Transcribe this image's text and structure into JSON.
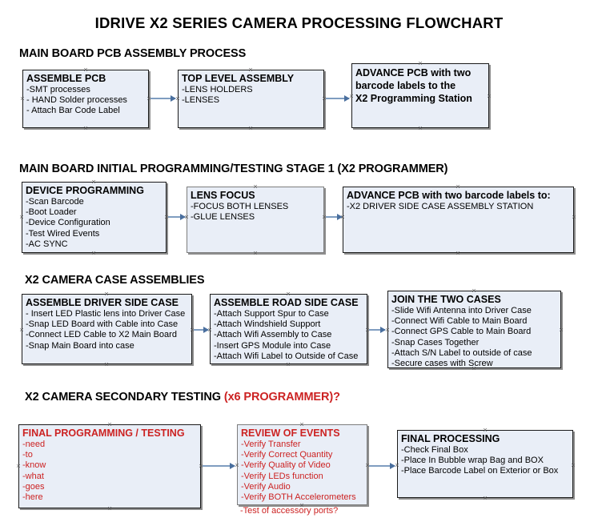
{
  "document": {
    "title": "IDRIVE X2  SERIES CAMERA PROCESSING FLOWCHART"
  },
  "colors": {
    "box_fill": "#e9eef7",
    "box_border": "#1a1a1a",
    "box_shadow": "#8e8e8e",
    "arrow": "#7f9dc0",
    "arrow_head": "#4a6f9e",
    "accent_red": "#cc2222",
    "text": "#000000",
    "background": "#ffffff"
  },
  "sections": [
    {
      "heading": "MAIN BOARD PCB ASSEMBLY PROCESS",
      "heading_accent": "",
      "boxes": [
        {
          "title": "ASSEMBLE PCB",
          "title_lines": [
            "ASSEMBLE PCB"
          ],
          "lines": [
            "-SMT processes",
            "- HAND Solder processes",
            "- Attach Bar Code Label"
          ]
        },
        {
          "title": "TOP LEVEL ASSEMBLY",
          "title_lines": [
            "TOP LEVEL ASSEMBLY"
          ],
          "lines": [
            "-LENS HOLDERS",
            "-LENSES"
          ]
        },
        {
          "title": "ADVANCE PCB with two barcode labels to the X2 Programming Station",
          "title_lines": [
            "ADVANCE PCB with two",
            "barcode labels to the",
            " X2 Programming Station"
          ],
          "lines": []
        }
      ]
    },
    {
      "heading": "MAIN BOARD INITIAL PROGRAMMING/TESTING STAGE 1 (X2 PROGRAMMER)",
      "heading_accent": "",
      "boxes": [
        {
          "title": "DEVICE PROGRAMMING",
          "title_lines": [
            "DEVICE PROGRAMMING"
          ],
          "lines": [
            "-Scan Barcode",
            "-Boot Loader",
            "-Device Configuration",
            "-Test Wired Events",
            "-AC SYNC"
          ]
        },
        {
          "title": "LENS FOCUS",
          "title_lines": [
            "LENS FOCUS"
          ],
          "lines": [
            "-FOCUS BOTH LENSES",
            "-GLUE LENSES"
          ]
        },
        {
          "title": "ADVANCE PCB with two barcode labels to:",
          "title_lines": [
            "ADVANCE PCB with two barcode labels to:"
          ],
          "lines": [
            "-X2 DRIVER  SIDE  CASE  ASSEMBLY STATION"
          ]
        }
      ]
    },
    {
      "heading": "X2 CAMERA CASE ASSEMBLIES",
      "heading_accent": "",
      "boxes": [
        {
          "title": "ASSEMBLE DRIVER SIDE CASE",
          "title_lines": [
            "ASSEMBLE DRIVER SIDE CASE"
          ],
          "lines": [
            "- Insert LED Plastic lens into Driver Case",
            "-Snap LED Board with Cable into Case",
            "-Connect LED Cable to X2 Main Board",
            "-Snap Main Board into case"
          ]
        },
        {
          "title": "ASSEMBLE ROAD SIDE CASE",
          "title_lines": [
            "ASSEMBLE ROAD SIDE CASE"
          ],
          "lines": [
            "-Attach Support Spur to Case",
            "-Attach Windshield Support",
            "-Attach Wifi Assembly to Case",
            "-Insert GPS Module into Case",
            "-Attach Wifi Label to Outside of Case"
          ]
        },
        {
          "title": "JOIN THE TWO CASES",
          "title_lines": [
            "JOIN THE TWO CASES"
          ],
          "lines": [
            "-Slide Wifi Antenna into Driver Case",
            "-Connect Wifi Cable to Main Board",
            "-Connect GPS Cable to Main Board",
            "-Snap Cases Together",
            "-Attach S/N Label to outside of case",
            "-Secure cases with Screw"
          ]
        }
      ]
    },
    {
      "heading": "X2 CAMERA SECONDARY TESTING ",
      "heading_accent": "(x6 PROGRAMMER)?",
      "boxes": [
        {
          "title": "FINAL PROGRAMMING / TESTING",
          "title_lines": [
            "FINAL PROGRAMMING / TESTING"
          ],
          "lines": [
            "-need",
            "-to",
            "-know",
            "-what",
            "-goes",
            "-here"
          ]
        },
        {
          "title": "REVIEW OF EVENTS",
          "title_lines": [
            "REVIEW OF EVENTS"
          ],
          "lines": [
            "-Verify Transfer",
            "-Verify Correct Quantity",
            "-Verify Quality of Video",
            "-Verify LEDs function",
            "-Verify Audio",
            "-Verify BOTH Accelerometers",
            "-Test of accessory ports?"
          ]
        },
        {
          "title": "FINAL PROCESSING",
          "title_lines": [
            "FINAL PROCESSING"
          ],
          "lines": [
            " -Check Final Box",
            "-Place In Bubble wrap Bag and BOX",
            "-Place Barcode Label on Exterior or Box"
          ]
        }
      ]
    }
  ]
}
